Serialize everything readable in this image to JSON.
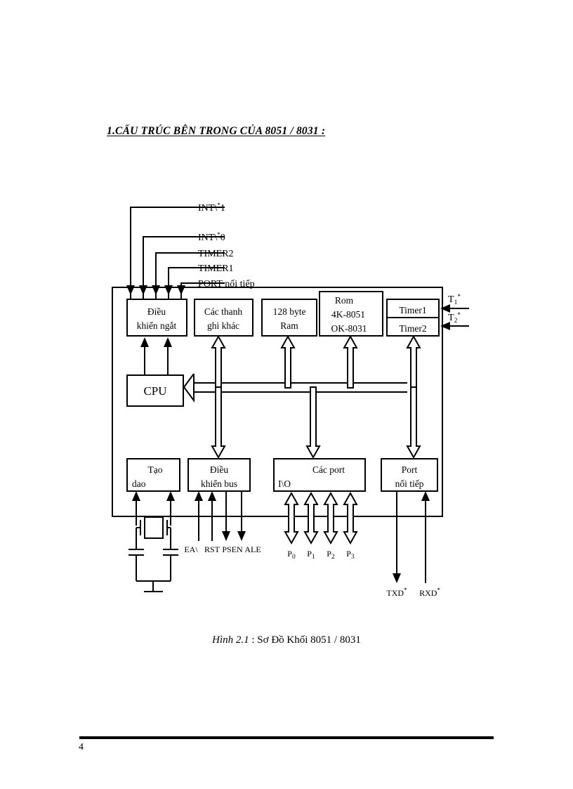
{
  "document": {
    "heading": "1.CẤU TRÚC BÊN TRONG CỦA 8051 / 8031 :",
    "caption_prefix": "Hình 2.1",
    "caption_rest": " : Sơ Đồ Khối 8051 / 8031",
    "page_number": "4"
  },
  "diagram": {
    "title": "Sơ Đồ Khối 8051 / 8031",
    "top_signals": [
      {
        "label": "INT\\",
        "sup": "*",
        "suffix": "1"
      },
      {
        "label": "INT\\",
        "sup": "*",
        "suffix": "0"
      },
      {
        "label": "TIMER2",
        "sup": "",
        "suffix": ""
      },
      {
        "label": "TIMER1",
        "sup": "",
        "suffix": ""
      },
      {
        "label": "PORT nối tiếp",
        "sup": "",
        "suffix": ""
      }
    ],
    "right_signals": [
      {
        "base": "T",
        "sub": "1",
        "sup": "*"
      },
      {
        "base": "T",
        "sub": "2",
        "sup": "*"
      }
    ],
    "blocks_top": [
      {
        "name": "interrupt-control",
        "lines": [
          "Điều",
          "khiển ngắt"
        ]
      },
      {
        "name": "other-registers",
        "lines": [
          "Các thanh",
          "ghi khác"
        ]
      },
      {
        "name": "ram",
        "lines": [
          "128 byte",
          "Ram"
        ]
      },
      {
        "name": "rom",
        "lines": [
          "Rom",
          "4K-8051",
          "OK-8031"
        ]
      }
    ],
    "timer_block": {
      "name": "timers",
      "cells": [
        "Timer1",
        "Timer2"
      ]
    },
    "cpu_block": {
      "name": "cpu",
      "label": "CPU"
    },
    "blocks_bottom": [
      {
        "name": "oscillator",
        "lines": [
          "Tạo",
          "dao"
        ]
      },
      {
        "name": "bus-control",
        "lines": [
          "Điều",
          "khiển  bus"
        ]
      },
      {
        "name": "io-ports",
        "lines": [
          "Các port",
          "I\\O"
        ]
      },
      {
        "name": "serial-port",
        "lines": [
          "Port",
          "nối tiếp"
        ]
      }
    ],
    "bus_control_signals": [
      "EA\\",
      "RST",
      "PSEN",
      "ALE"
    ],
    "port_signals": [
      {
        "base": "P",
        "sub": "0"
      },
      {
        "base": "P",
        "sub": "1"
      },
      {
        "base": "P",
        "sub": "2"
      },
      {
        "base": "P",
        "sub": "3"
      }
    ],
    "serial_signals": [
      {
        "base": "TXD",
        "sup": "*"
      },
      {
        "base": "RXD",
        "sup": "*"
      }
    ]
  },
  "colors": {
    "ink": "#000000",
    "paper": "#ffffff"
  }
}
